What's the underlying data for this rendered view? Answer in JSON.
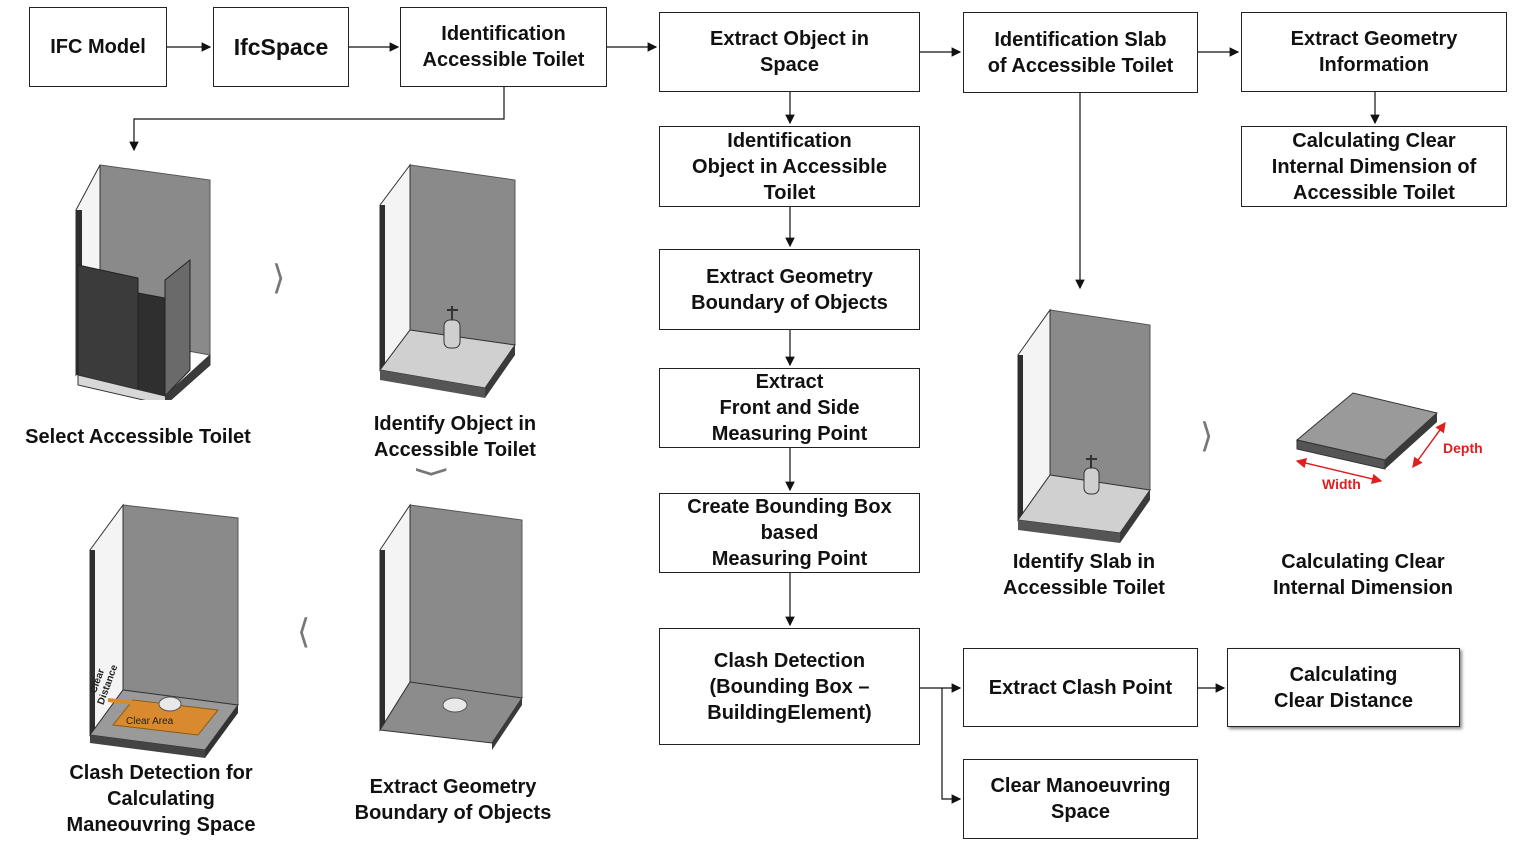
{
  "boxes": {
    "ifc_model": "IFC Model",
    "ifc_space": "IfcSpace",
    "identification_accessible_toilet": "Identification\nAccessible Toilet",
    "extract_object_in_space": "Extract Object in\nSpace",
    "identification_slab": "Identification Slab\nof Accessible Toilet",
    "extract_geometry_information": "Extract Geometry\nInformation",
    "identification_object": "Identification\nObject in Accessible\nToilet",
    "calculating_clear_internal_dimension_toilet": "Calculating Clear\nInternal Dimension of\nAccessible Toilet",
    "extract_geometry_boundary": "Extract Geometry\nBoundary of Objects",
    "extract_front_side": "Extract\nFront and Side\nMeasuring Point",
    "create_bounding_box": "Create Bounding Box\nbased\nMeasuring Point",
    "clash_detection": "Clash Detection\n(Bounding Box –\nBuildingElement)",
    "extract_clash_point": "Extract Clash Point",
    "calculating_clear_distance": "Calculating\nClear Distance",
    "clear_manoeuvring_space": "Clear Manoeuvring\nSpace"
  },
  "captions": {
    "select_accessible_toilet": "Select Accessible Toilet",
    "identify_object": "Identify Object in\nAccessible Toilet",
    "extract_geometry_boundary": "Extract Geometry\nBoundary of Objects",
    "clash_detection_maneuvring": "Clash Detection for\nCalculating\nManeouvring Space",
    "identify_slab": "Identify Slab in\nAccessible Toilet",
    "calculating_clear_internal_dimension": "Calculating Clear\nInternal Dimension"
  },
  "illustration_labels": {
    "depth": "Depth",
    "width": "Width",
    "clear_area": "Clear Area",
    "clear_distance": "Clear\nDistance"
  },
  "colors": {
    "wall": "#8a8a8a",
    "wall_dark": "#3a3a3a",
    "floor": "#c8c8c8",
    "accent_red": "#e02020",
    "clear_area": "#d98a2e"
  }
}
